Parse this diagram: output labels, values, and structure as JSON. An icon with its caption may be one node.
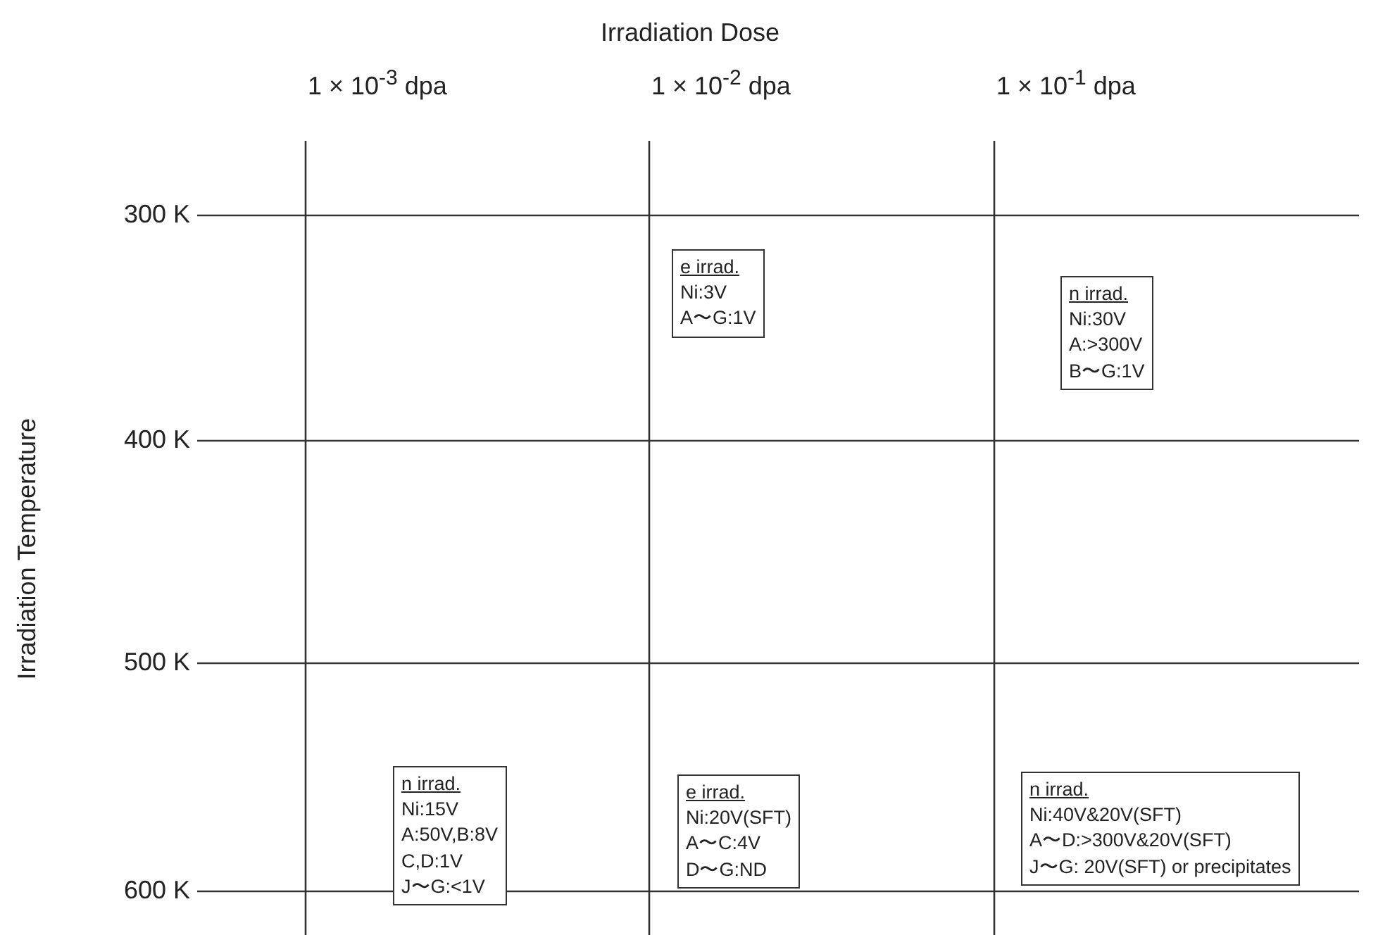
{
  "diagram": {
    "nodes": [
      {
        "text": [
          "e irrad.",
          "Ni:3V",
          "A〜G:1V"
        ]
      },
      {
        "text": [
          "n irrad.",
          "Ni:30V",
          "A:>300V",
          "B〜G:1V"
        ]
      },
      {
        "text": [
          "n irrad.",
          "Ni:15V",
          "A:50V,B:8V",
          "C,D:1V",
          "J〜G:<1V"
        ]
      },
      {
        "text": [
          "e irrad.",
          "Ni:20V(SFT)",
          "A〜C:4V",
          "D〜G:ND"
        ]
      },
      {
        "text": [
          "n irrad.",
          "Ni:40V&20V(SFT)",
          "A〜D:>300V&20V(SFT)",
          "J〜G: 20V(SFT) or precipitates"
        ]
      }
    ],
    "edges": [],
    "labels": [
      "Irradiation Dose",
      "1 × 10$^{-3}$ dpa",
      "1 × 10$^{-2}$ dpa",
      "1 × 10$^{-1}$ dpa",
      "Irradiation Temperature",
      "300 K",
      "400 K",
      "500 K",
      "600 K"
    ]
  }
}
